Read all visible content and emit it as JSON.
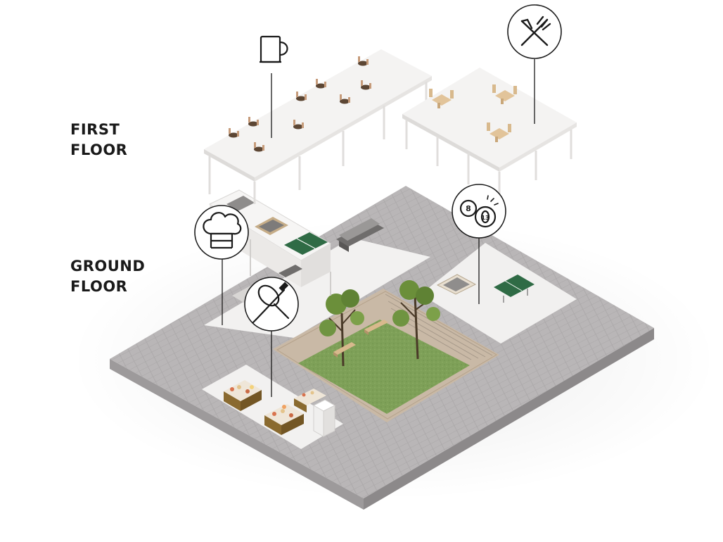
{
  "labels": {
    "first_floor": [
      "FIRST",
      "FLOOR"
    ],
    "ground_floor": [
      "GROUND",
      "FLOOR"
    ]
  },
  "icons": [
    "coffee-mug-icon",
    "knife-fork-icon",
    "chef-hat-icon",
    "whisk-rolling-pin-icon",
    "billiard-balls-icon"
  ],
  "colors": {
    "paving": "#b7b4b5",
    "paving_dark": "#9a9798",
    "slab": "#f2f1f0",
    "lawn": "#7fa15a",
    "tree": "#6b8f3a",
    "ping_pong": "#2f6b45",
    "wood": "#d8b98d",
    "counter": "#8a6a2f"
  }
}
